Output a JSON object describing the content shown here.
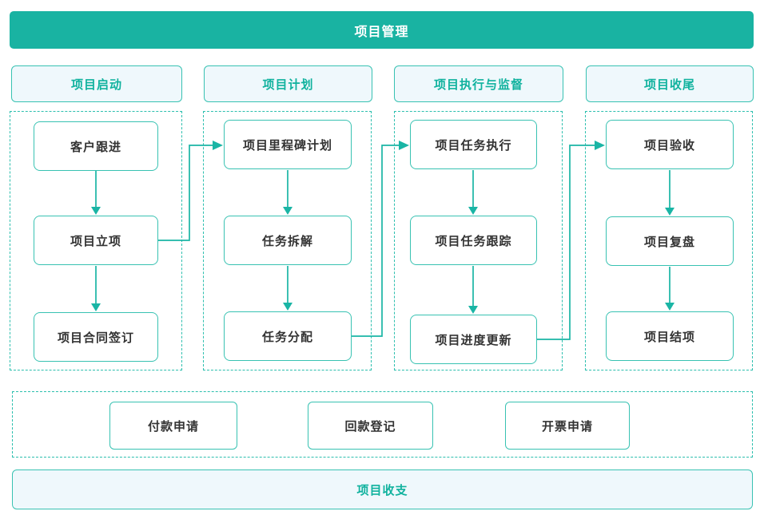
{
  "banners": {
    "top": "项目管理",
    "bottom": "项目收支"
  },
  "columns": [
    {
      "header": "项目启动",
      "nodes": [
        "客户跟进",
        "项目立项",
        "项目合同签订"
      ]
    },
    {
      "header": "项目计划",
      "nodes": [
        "项目里程碑计划",
        "任务拆解",
        "任务分配"
      ]
    },
    {
      "header": "项目执行与监督",
      "nodes": [
        "项目任务执行",
        "项目任务跟踪",
        "项目进度更新"
      ]
    },
    {
      "header": "项目收尾",
      "nodes": [
        "项目验收",
        "项目复盘",
        "项目结项"
      ]
    }
  ],
  "finance": {
    "nodes": [
      "付款申请",
      "回款登记",
      "开票申请"
    ]
  },
  "colors": {
    "primary_teal": "#19b3a2",
    "box_border_teal": "#38c2b2",
    "dashed_border_teal": "#2cbfae",
    "arrow_teal": "#1ab5a5",
    "light_fill": "#eff8fc",
    "node_text": "#333333"
  }
}
